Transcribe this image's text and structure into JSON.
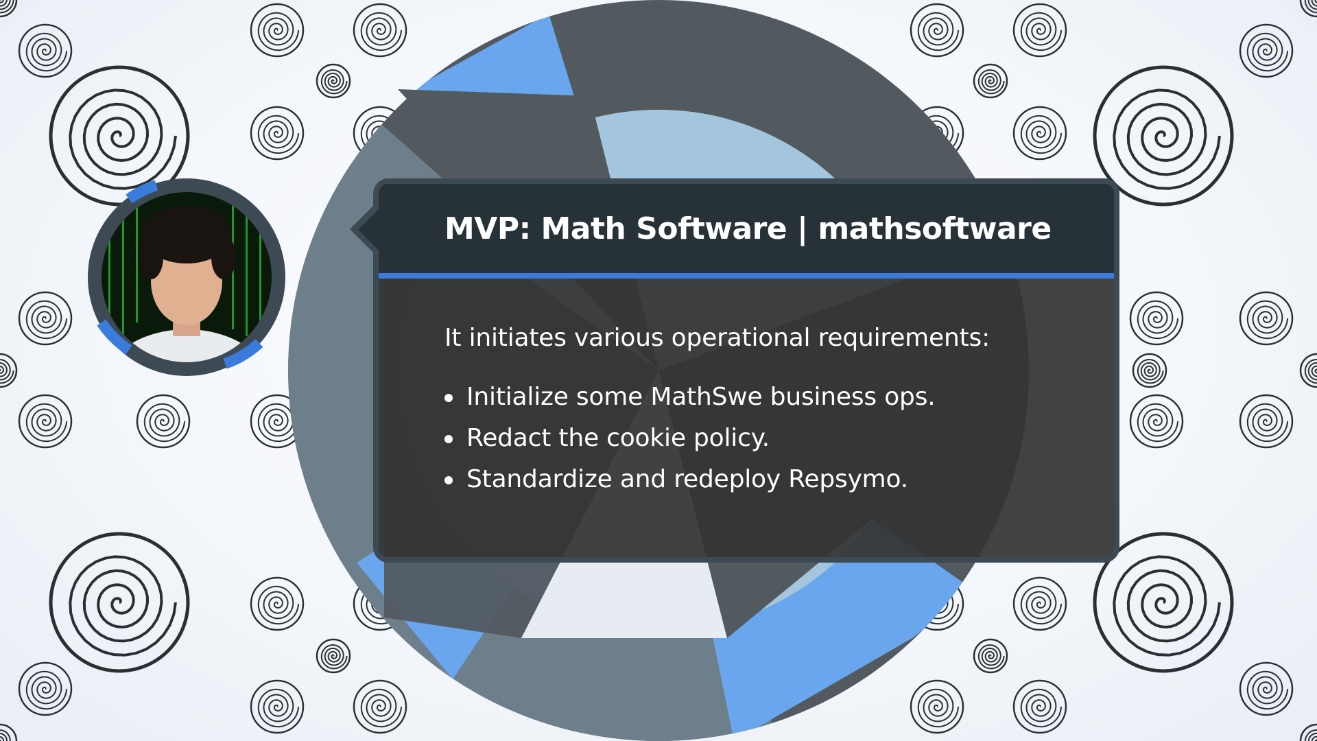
{
  "card": {
    "title": "MVP: Math Software | mathsoftware",
    "intro": "It initiates various operational requirements:",
    "items": [
      "Initialize some MathSwe business ops.",
      "Redact the cookie policy.",
      "Standardize and redeploy Repsymo."
    ]
  },
  "colors": {
    "accent_blue": "#3a7bdc",
    "ring_blue": "#6aa6ee",
    "ring_dark": "#525a60",
    "ring_slate": "#6e7f8c",
    "ring_light": "#a3c6de",
    "card_header": "#263238",
    "card_body": "#343434",
    "swirl_stroke": "#2b2f33"
  },
  "icons": {
    "background_pattern": "concentric-swirl-icon",
    "profile": "avatar"
  }
}
